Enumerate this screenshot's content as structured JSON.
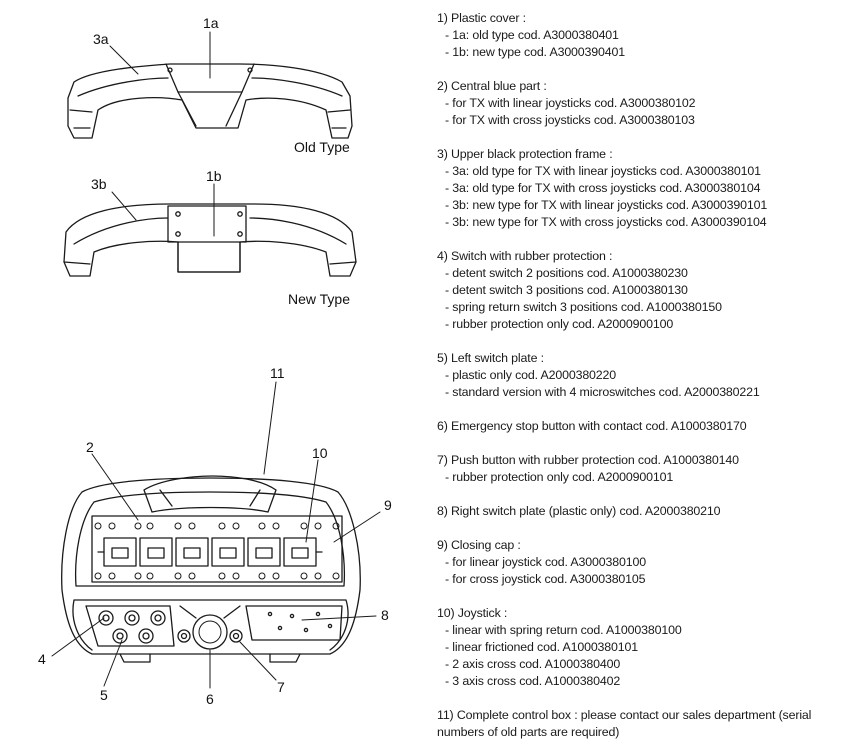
{
  "diagram": {
    "callouts": {
      "c1a": "1a",
      "c3a": "3a",
      "c1b": "1b",
      "c3b": "3b",
      "c11": "11",
      "c2": "2",
      "c10": "10",
      "c9": "9",
      "c8": "8",
      "c4": "4",
      "c5": "5",
      "c6": "6",
      "c7": "7"
    },
    "captions": {
      "old": "Old Type",
      "new": "New Type"
    }
  },
  "parts": [
    {
      "title": "1) Plastic cover :",
      "items": [
        "1a: old type cod. A3000380401",
        "1b: new type cod. A3000390401"
      ]
    },
    {
      "title": "2) Central blue part :",
      "items": [
        "for TX with linear joysticks cod. A3000380102",
        "for TX with cross joysticks cod. A3000380103"
      ]
    },
    {
      "title": "3) Upper black protection frame :",
      "items": [
        "3a: old type for TX with linear joysticks cod. A3000380101",
        "3a: old type for TX with cross joysticks cod. A3000380104",
        "3b: new type for TX with linear joysticks cod. A3000390101",
        "3b: new type for TX with cross joysticks cod. A3000390104"
      ]
    },
    {
      "title": "4) Switch with rubber protection  :",
      "items": [
        "detent switch 2 positions cod. A1000380230",
        "detent switch 3 positions cod. A1000380130",
        "spring return switch 3 positions cod. A1000380150",
        "rubber protection only cod. A2000900100"
      ]
    },
    {
      "title": "5) Left switch plate :",
      "items": [
        "plastic only cod. A2000380220",
        "standard version with 4 microswitches cod. A2000380221"
      ]
    },
    {
      "title": "6) Emergency stop button with contact cod. A1000380170",
      "items": []
    },
    {
      "title": "7) Push button with rubber protection cod. A1000380140",
      "items": [
        "rubber protection only cod. A2000900101"
      ]
    },
    {
      "title": "8) Right switch plate (plastic only) cod. A2000380210",
      "items": []
    },
    {
      "title": "9) Closing cap :",
      "items": [
        "for linear joystick cod. A3000380100",
        "for cross joystick cod. A3000380105"
      ]
    },
    {
      "title": "10) Joystick :",
      "items": [
        "linear with spring return cod. A1000380100",
        "linear frictioned cod. A1000380101",
        "2 axis cross cod. A1000380400",
        "3 axis cross cod. A1000380402"
      ]
    },
    {
      "title": "11) Complete control box : please contact our sales department (serial numbers of old parts are required)",
      "items": []
    }
  ]
}
